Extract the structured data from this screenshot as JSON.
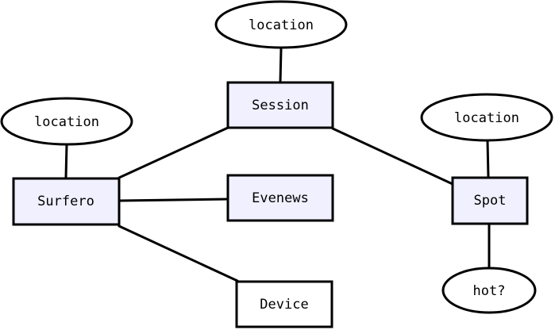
{
  "colors": {
    "entity_fill": "#f0f0ff",
    "plain_fill": "#ffffff",
    "stroke": "#000000"
  },
  "entities": {
    "session": "Session",
    "surfero": "Surfero",
    "evenews": "Evenews",
    "spot": "Spot",
    "device": "Device"
  },
  "attributes": {
    "session_location": "location",
    "surfero_location": "location",
    "spot_location": "location",
    "spot_hot": "hot?"
  }
}
